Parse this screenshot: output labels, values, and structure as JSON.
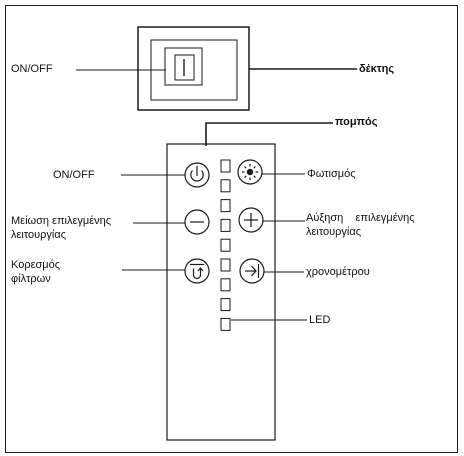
{
  "receiver": {
    "switch_label": "ON/OFF",
    "label": "δέκτης"
  },
  "transmitter": {
    "label": "πομπός"
  },
  "buttons": {
    "power": {
      "label": "ON/OFF",
      "icon": "power-icon"
    },
    "light": {
      "label": "Φωτισμός",
      "icon": "light-bulb-icon"
    },
    "minus": {
      "label_line1": "Μείωση επιλεγμένης",
      "label_line2": "λειτουργίας",
      "icon": "minus-icon"
    },
    "plus": {
      "label_line1": "Αύξηση    επιλεγμένης",
      "label_line2": "λειτουργίας",
      "icon": "plus-icon"
    },
    "filter": {
      "label_line1": "Κορεσμός",
      "label_line2": "φίλτρων",
      "icon": "filter-reset-icon"
    },
    "timer": {
      "label": "χρονομέτρου",
      "icon": "timer-icon"
    }
  },
  "led": {
    "label": "LED",
    "count": 9
  },
  "colors": {
    "stroke": "#1a1a1a",
    "background": "#ffffff"
  }
}
